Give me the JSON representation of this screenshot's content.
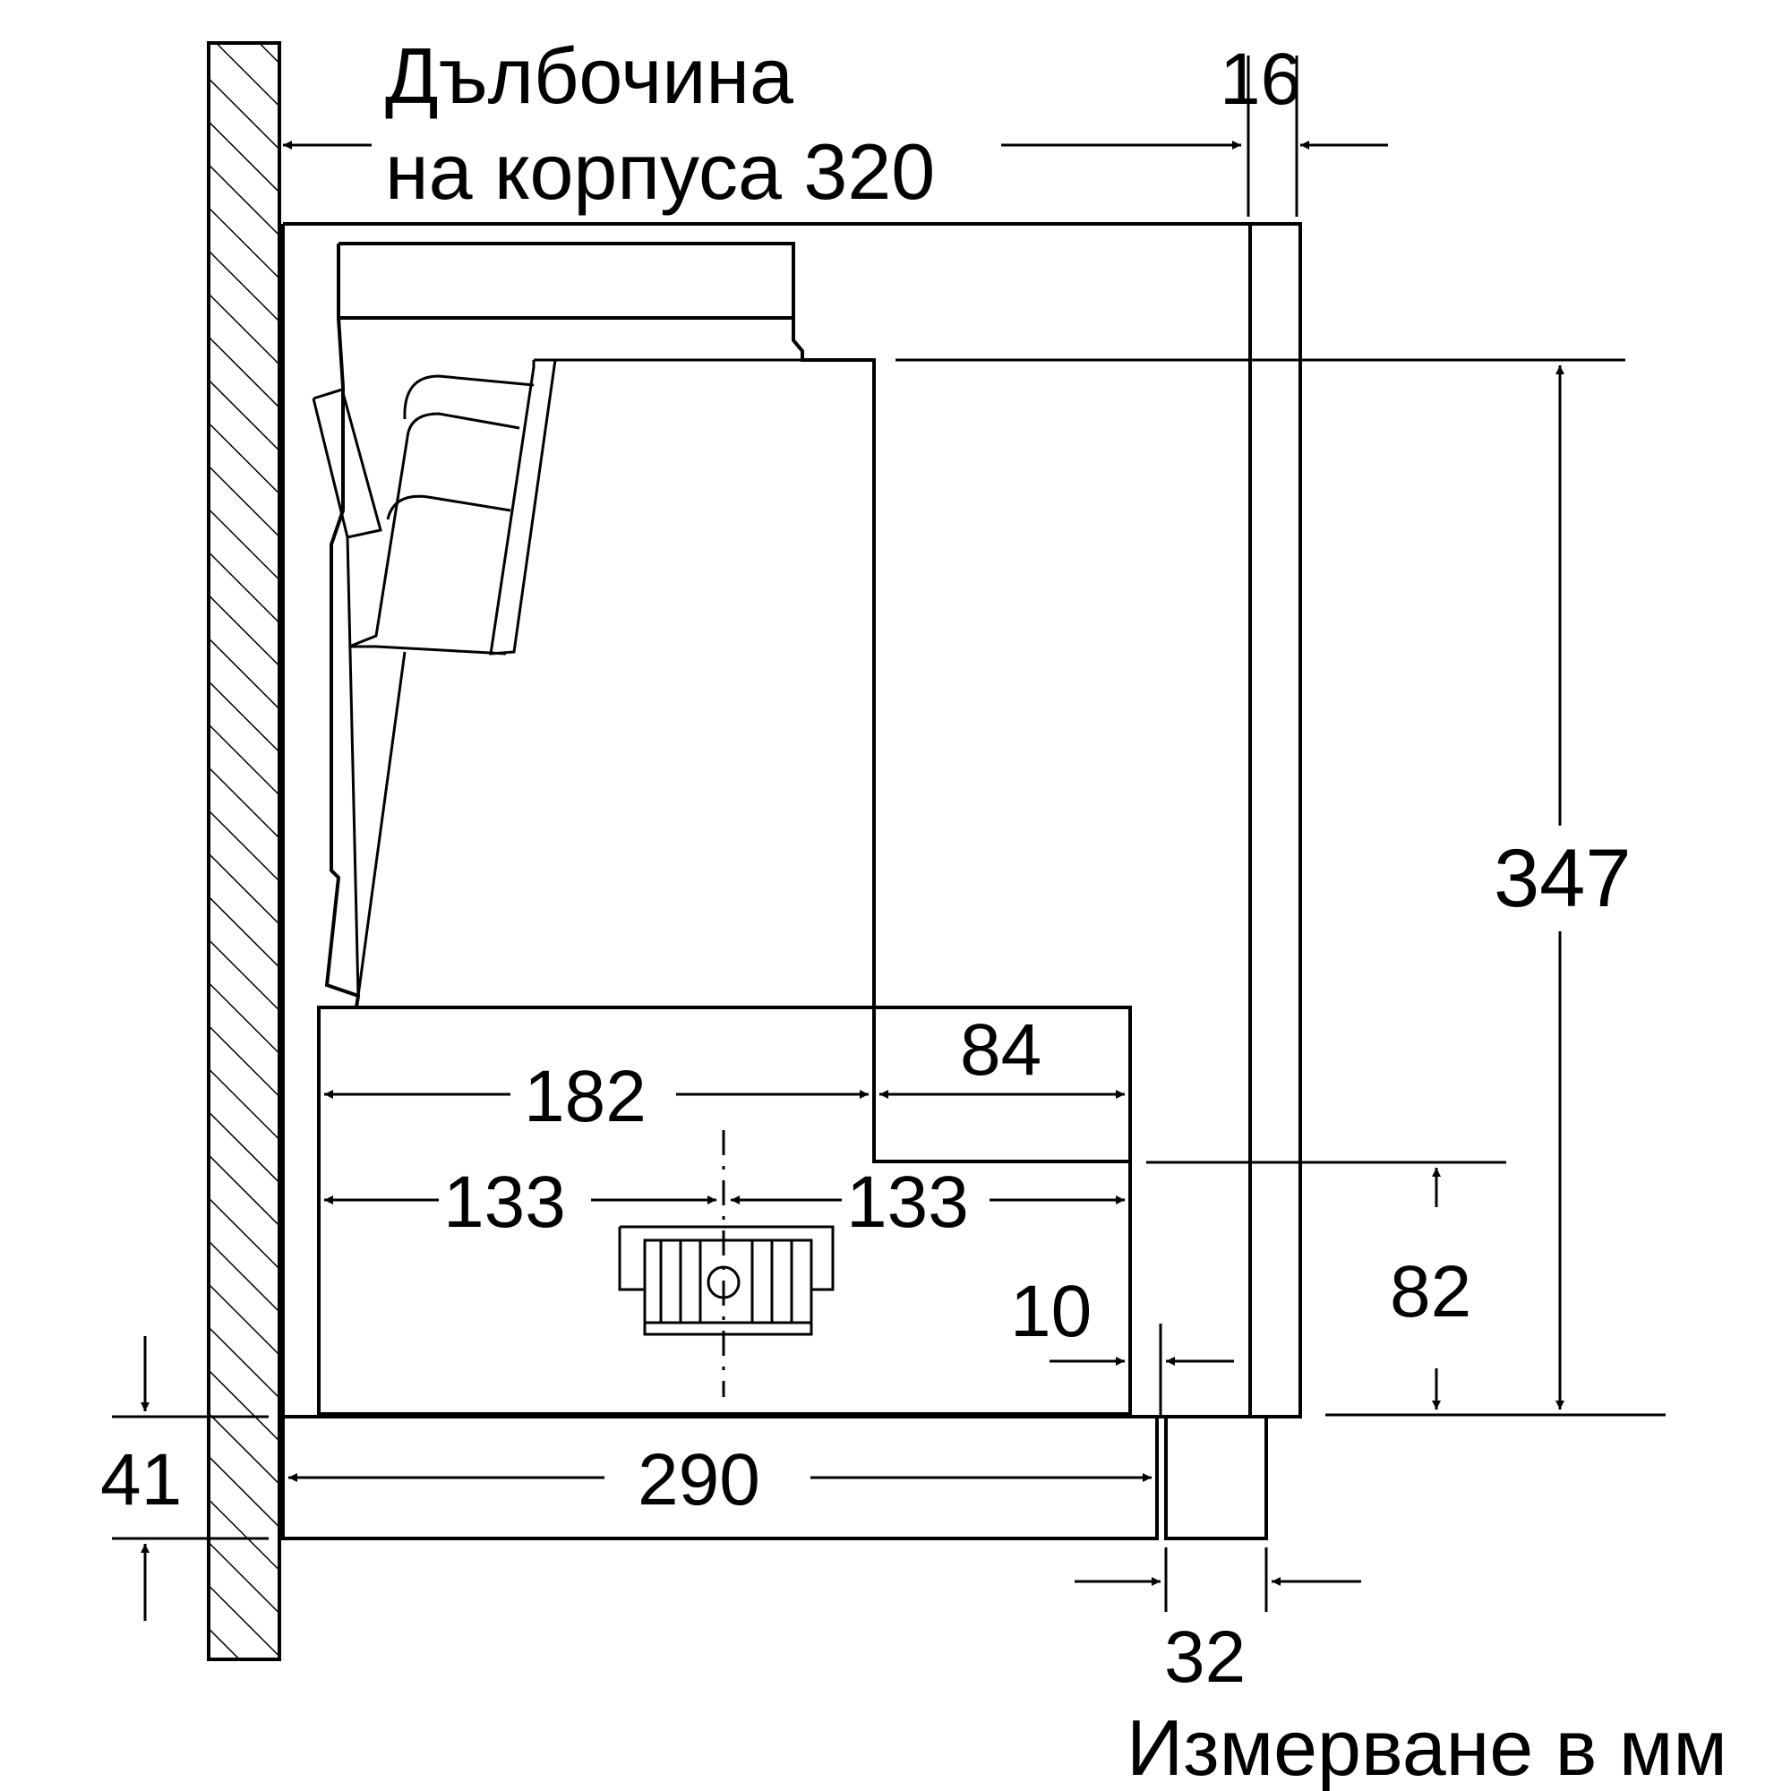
{
  "labels": {
    "depth_line1": "Дълбочина",
    "depth_line2": "на корпуса 320",
    "units": "Измерване в мм"
  },
  "dimensions": {
    "d16": "16",
    "d347": "347",
    "d84": "84",
    "d182": "182",
    "d133_left": "133",
    "d133_right": "133",
    "d10": "10",
    "d82": "82",
    "d41": "41",
    "d290": "290",
    "d32": "32"
  }
}
